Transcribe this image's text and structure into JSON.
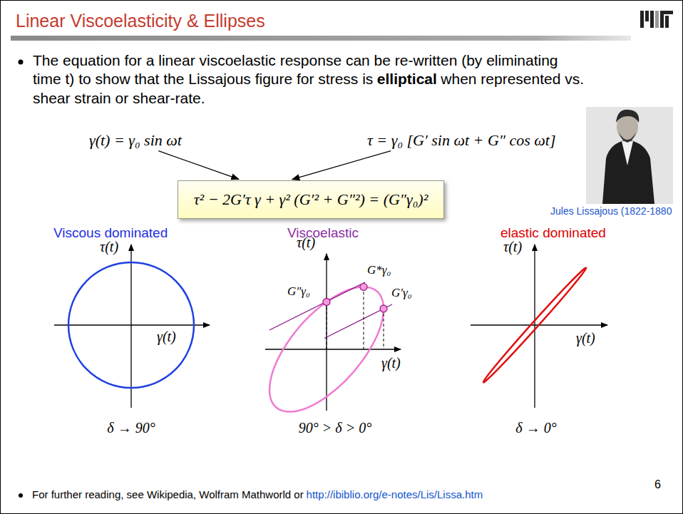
{
  "diagram": {
    "title": "Linear Viscoelasticity & Ellipses",
    "nodes": [
      {
        "text": [
          "γ(t) = γ₀ sin ωt"
        ]
      },
      {
        "text": [
          "τ = γ₀ [G′ sin ωt + G″ cos ωt]"
        ]
      },
      {
        "text": [
          "τ² − 2G′τ γ + γ² (G′² + G″²) = (G″γ₀)²"
        ]
      }
    ],
    "edges": [
      {
        "from": 0,
        "to": 2,
        "arrow": "to"
      },
      {
        "from": 1,
        "to": 2,
        "arrow": "to"
      }
    ],
    "labels": [
      "The equation for a linear viscoelastic response can be re-written (by eliminating time t) to show that the Lissajous figure for stress is",
      "elliptical",
      "when represented vs. shear strain or shear-rate.",
      "Jules Lissajous (1822-1880",
      "Viscous dominated",
      "Viscoelastic",
      "elastic dominated",
      "τ(t)",
      "γ(t)",
      "τ(t)",
      "γ(t)",
      "G″γ₀",
      "G*γ₀",
      "G′γ₀",
      "τ(t)",
      "γ(t)",
      "δ → 90°",
      "90° > δ > 0°",
      "δ → 0°",
      "For further reading, see Wikipedia, Wolfram Mathworld or",
      "http://ibiblio.org/e-notes/Lis/Lissa.htm",
      "6"
    ]
  }
}
